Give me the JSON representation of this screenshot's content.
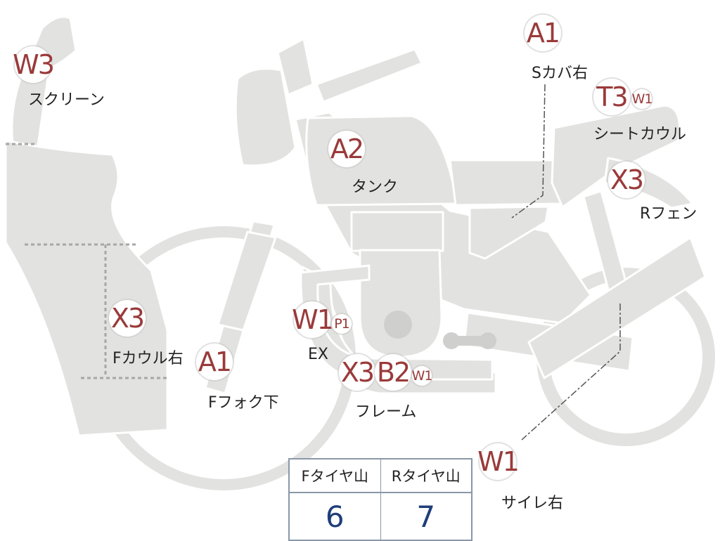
{
  "parts": [
    {
      "id": "screen",
      "label": "スクリーン",
      "grades": [
        "W3"
      ]
    },
    {
      "id": "side-cover-right",
      "label": "Sカバ右",
      "grades": [
        "A1"
      ]
    },
    {
      "id": "seat-cowl",
      "label": "シートカウル",
      "grades": [
        "T3",
        "W1"
      ]
    },
    {
      "id": "tank",
      "label": "タンク",
      "grades": [
        "A2"
      ]
    },
    {
      "id": "rear-fender",
      "label": "Rフェン",
      "grades": [
        "X3"
      ]
    },
    {
      "id": "front-cowl-right",
      "label": "Fカウル右",
      "grades": [
        "X3"
      ]
    },
    {
      "id": "exhaust",
      "label": "EX",
      "grades": [
        "W1",
        "P1"
      ]
    },
    {
      "id": "front-fork-lower",
      "label": "Fフォク下",
      "grades": [
        "A1"
      ]
    },
    {
      "id": "frame",
      "label": "フレーム",
      "grades": [
        "X3",
        "B2",
        "W1"
      ]
    },
    {
      "id": "silencer-right",
      "label": "サイレ右",
      "grades": [
        "W1"
      ]
    }
  ],
  "tire_table": {
    "front_header": "Fタイヤ山",
    "rear_header": "Rタイヤ山",
    "front_value": "6",
    "rear_value": "7"
  },
  "colors": {
    "grade_text": "#9a3a3a",
    "bike_fill": "#e2e2e0",
    "value_text": "#1f3e7a",
    "table_border": "#8a97a8"
  }
}
